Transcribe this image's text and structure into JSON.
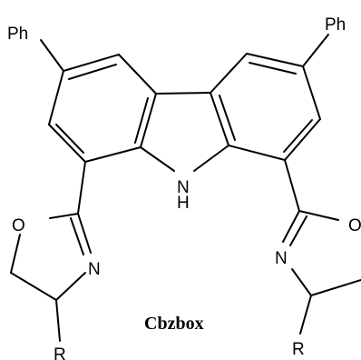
{
  "diagram": {
    "compound_name": "Cbzbox",
    "atom_labels": {
      "ph_left": "Ph",
      "ph_right": "Ph",
      "nh_n": "N",
      "nh_h": "H",
      "o_left": "O",
      "n_left": "N",
      "r_left": "R",
      "o_right": "O",
      "n_right": "N",
      "r_right": "R"
    }
  }
}
